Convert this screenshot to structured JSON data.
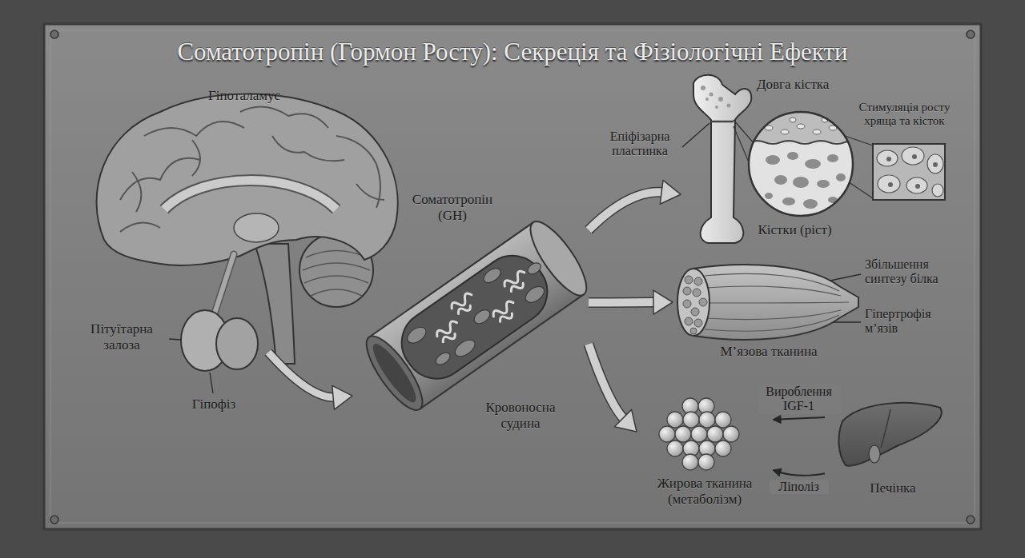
{
  "diagram": {
    "title": "Соматотропін (Гормон Росту): Секреція та Фізіологічні Ефекти",
    "nodes": [
      {
        "text": [
          "Гіпоталамус"
        ]
      },
      {
        "text": [
          "Пітуїтарна залоза",
          "Гіпофіз"
        ]
      },
      {
        "text": [
          "Соматотропін (GH)",
          "Кровоносна судина"
        ]
      },
      {
        "text": [
          "Довга кістка",
          "Кістки (ріст)"
        ]
      },
      {
        "text": [
          "М’язова тканина"
        ]
      },
      {
        "text": [
          "Жирова тканина (метаболізм)"
        ]
      },
      {
        "text": [
          "Печінка"
        ]
      }
    ],
    "edges": [
      {
        "from": 1,
        "to": 2,
        "arrow": "to"
      },
      {
        "from": 2,
        "to": 3,
        "arrow": "to"
      },
      {
        "from": 2,
        "to": 4,
        "arrow": "to"
      },
      {
        "from": 2,
        "to": 5,
        "arrow": "to"
      },
      {
        "from": 6,
        "to": 5,
        "label": "Вироблення IGF-1",
        "arrow": "to"
      },
      {
        "from": 6,
        "to": 5,
        "label": "Ліполіз",
        "arrow": "to"
      }
    ],
    "labels": [
      "Епіфізарна пластинка",
      "Стимуляція росту хряща та кісток",
      "Збільшення синтезу білка",
      "Гіпертрофія м’язів"
    ]
  }
}
